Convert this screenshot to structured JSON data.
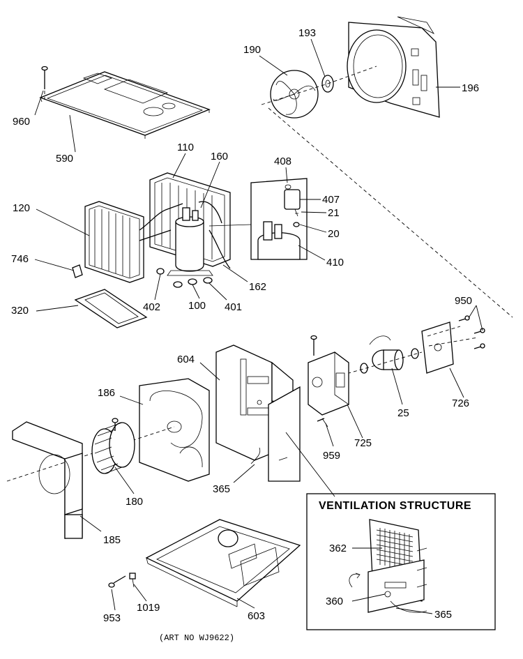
{
  "callouts": [
    {
      "id": "960",
      "label": "960"
    },
    {
      "id": "590",
      "label": "590"
    },
    {
      "id": "190",
      "label": "190"
    },
    {
      "id": "193",
      "label": "193"
    },
    {
      "id": "196",
      "label": "196"
    },
    {
      "id": "110",
      "label": "110"
    },
    {
      "id": "160",
      "label": "160"
    },
    {
      "id": "408",
      "label": "408"
    },
    {
      "id": "407",
      "label": "407"
    },
    {
      "id": "21",
      "label": "21"
    },
    {
      "id": "20",
      "label": "20"
    },
    {
      "id": "410",
      "label": "410"
    },
    {
      "id": "120",
      "label": "120"
    },
    {
      "id": "746",
      "label": "746"
    },
    {
      "id": "162",
      "label": "162"
    },
    {
      "id": "402",
      "label": "402"
    },
    {
      "id": "100",
      "label": "100"
    },
    {
      "id": "401",
      "label": "401"
    },
    {
      "id": "320",
      "label": "320"
    },
    {
      "id": "950",
      "label": "950"
    },
    {
      "id": "604",
      "label": "604"
    },
    {
      "id": "186",
      "label": "186"
    },
    {
      "id": "726",
      "label": "726"
    },
    {
      "id": "25",
      "label": "25"
    },
    {
      "id": "725",
      "label": "725"
    },
    {
      "id": "959",
      "label": "959"
    },
    {
      "id": "180",
      "label": "180"
    },
    {
      "id": "365",
      "label": "365"
    },
    {
      "id": "185",
      "label": "185"
    },
    {
      "id": "362",
      "label": "362"
    },
    {
      "id": "360",
      "label": "360"
    },
    {
      "id": "365b",
      "label": "365"
    },
    {
      "id": "953",
      "label": "953"
    },
    {
      "id": "1019",
      "label": "1019"
    },
    {
      "id": "603",
      "label": "603"
    }
  ],
  "inset": {
    "title": "VENTILATION  STRUCTURE"
  },
  "art_number": "(ART NO WJ9622)"
}
